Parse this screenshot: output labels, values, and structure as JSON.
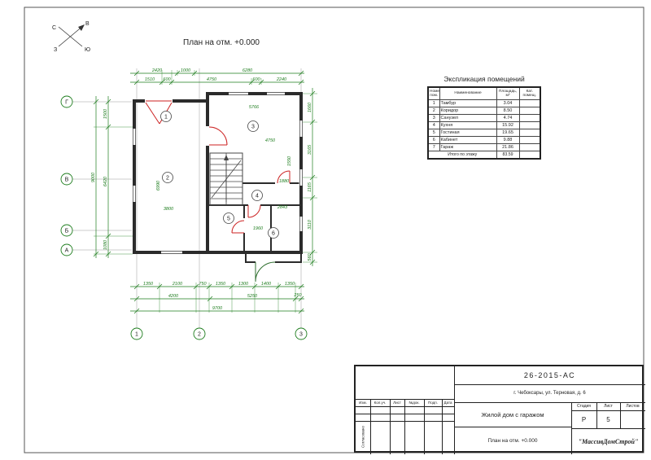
{
  "compass": {
    "n": "С",
    "e": "В",
    "w": "З",
    "s": "Ю"
  },
  "plan": {
    "title": "План на отм. +0.000",
    "axes_bottom": [
      "1",
      "2",
      "3"
    ],
    "axes_left": [
      "Г",
      "В",
      "Б",
      "А"
    ],
    "room_tags": [
      "1",
      "2",
      "3",
      "4",
      "5",
      "6"
    ],
    "interior_dims": [
      "5766",
      "4750",
      "1550",
      "6990",
      "3800",
      "1880",
      "2843",
      "1960"
    ],
    "dims": {
      "top1": [
        "2420",
        "1000",
        "6280"
      ],
      "top2": [
        "1510",
        "600",
        "4750",
        "600",
        "2240"
      ],
      "left": [
        "1500",
        "6420",
        "1080"
      ],
      "left_total": "9000",
      "right": [
        "1660",
        "3165",
        "1165",
        "3110",
        "560"
      ],
      "bottom1": [
        "1350",
        "2100",
        "750",
        "1350",
        "1300",
        "1400",
        "1350"
      ],
      "bottom2": [
        "4200",
        "5250",
        "250"
      ],
      "bottom_total": "9700"
    }
  },
  "explication": {
    "title": "Экспликация помещений",
    "headers": [
      "Номер пом.",
      "Наименование",
      "Площадь, м²",
      "Кат. помещ."
    ],
    "rows": [
      {
        "n": "1",
        "name": "Тамбур",
        "area": "3.04",
        "cat": ""
      },
      {
        "n": "2",
        "name": "Коридор",
        "area": "8.50",
        "cat": ""
      },
      {
        "n": "3",
        "name": "Санузел",
        "area": "4.74",
        "cat": ""
      },
      {
        "n": "4",
        "name": "Кухня",
        "area": "15.92",
        "cat": ""
      },
      {
        "n": "5",
        "name": "Гостиная",
        "area": "19.65",
        "cat": ""
      },
      {
        "n": "6",
        "name": "Кабинет",
        "area": "9.88",
        "cat": ""
      },
      {
        "n": "7",
        "name": "Гараж",
        "area": "21.86",
        "cat": ""
      }
    ],
    "total_label": "Итого по этажу",
    "total_value": "83.59"
  },
  "titleblock": {
    "doc_number": "26-2015-АС",
    "address": "г. Чебоксары, ул. Терновая, д. 6",
    "project": "Жилой дом с гаражом",
    "sheet_title": "План на отм. +0.000",
    "company": "\"МассивДомСтрой\"",
    "cols": [
      "Изм.",
      "Кол.уч.",
      "Лист",
      "№док.",
      "Подп.",
      "Дата"
    ],
    "stage_label": "Стадия",
    "sheet_label": "Лист",
    "sheets_label": "Листов",
    "stage": "Р",
    "sheet": "5",
    "approved": "Согласовано"
  },
  "colors": {
    "dimension": "#1e7d1e",
    "door": "#cc2222",
    "wall": "#2b2b2b"
  }
}
